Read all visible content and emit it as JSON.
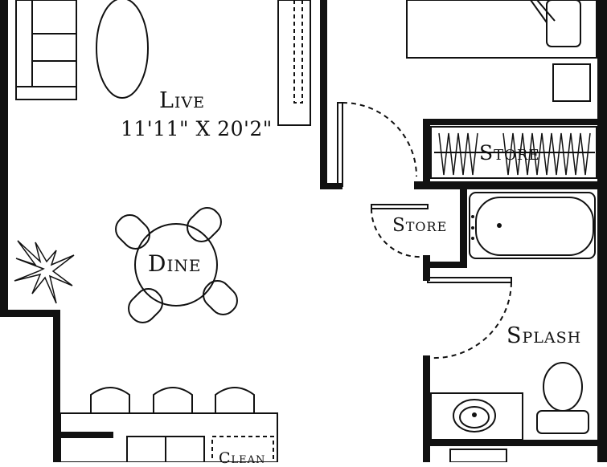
{
  "rooms": {
    "live": {
      "name": "Live",
      "dimensions": "11'11\" X 20'2\""
    },
    "dine": {
      "name": "Dine"
    },
    "store_closet": {
      "name": "Store"
    },
    "store_hall": {
      "name": "Store"
    },
    "splash": {
      "name": "Splash"
    },
    "clean": {
      "name": "Clean"
    }
  },
  "colors": {
    "wall": "#111111",
    "background": "#ffffff"
  }
}
